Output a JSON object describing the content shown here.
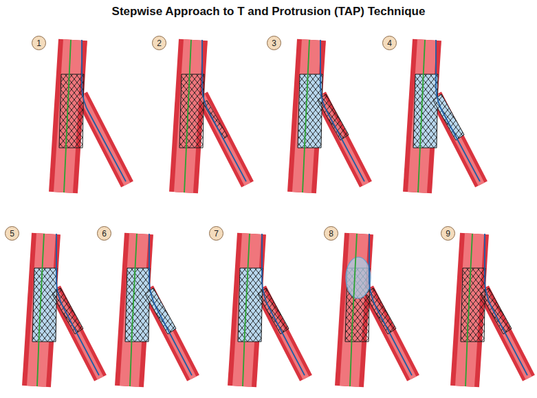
{
  "diagram": {
    "title": "Stepwise Approach to T and Protrusion (TAP) Technique",
    "nodes": [
      {
        "text": [
          "1"
        ]
      },
      {
        "text": [
          "2"
        ]
      },
      {
        "text": [
          "3"
        ]
      },
      {
        "text": [
          "4"
        ]
      },
      {
        "text": [
          "5"
        ]
      },
      {
        "text": [
          "6"
        ]
      },
      {
        "text": [
          "7"
        ]
      },
      {
        "text": [
          "8"
        ]
      },
      {
        "text": [
          "9"
        ]
      }
    ]
  }
}
